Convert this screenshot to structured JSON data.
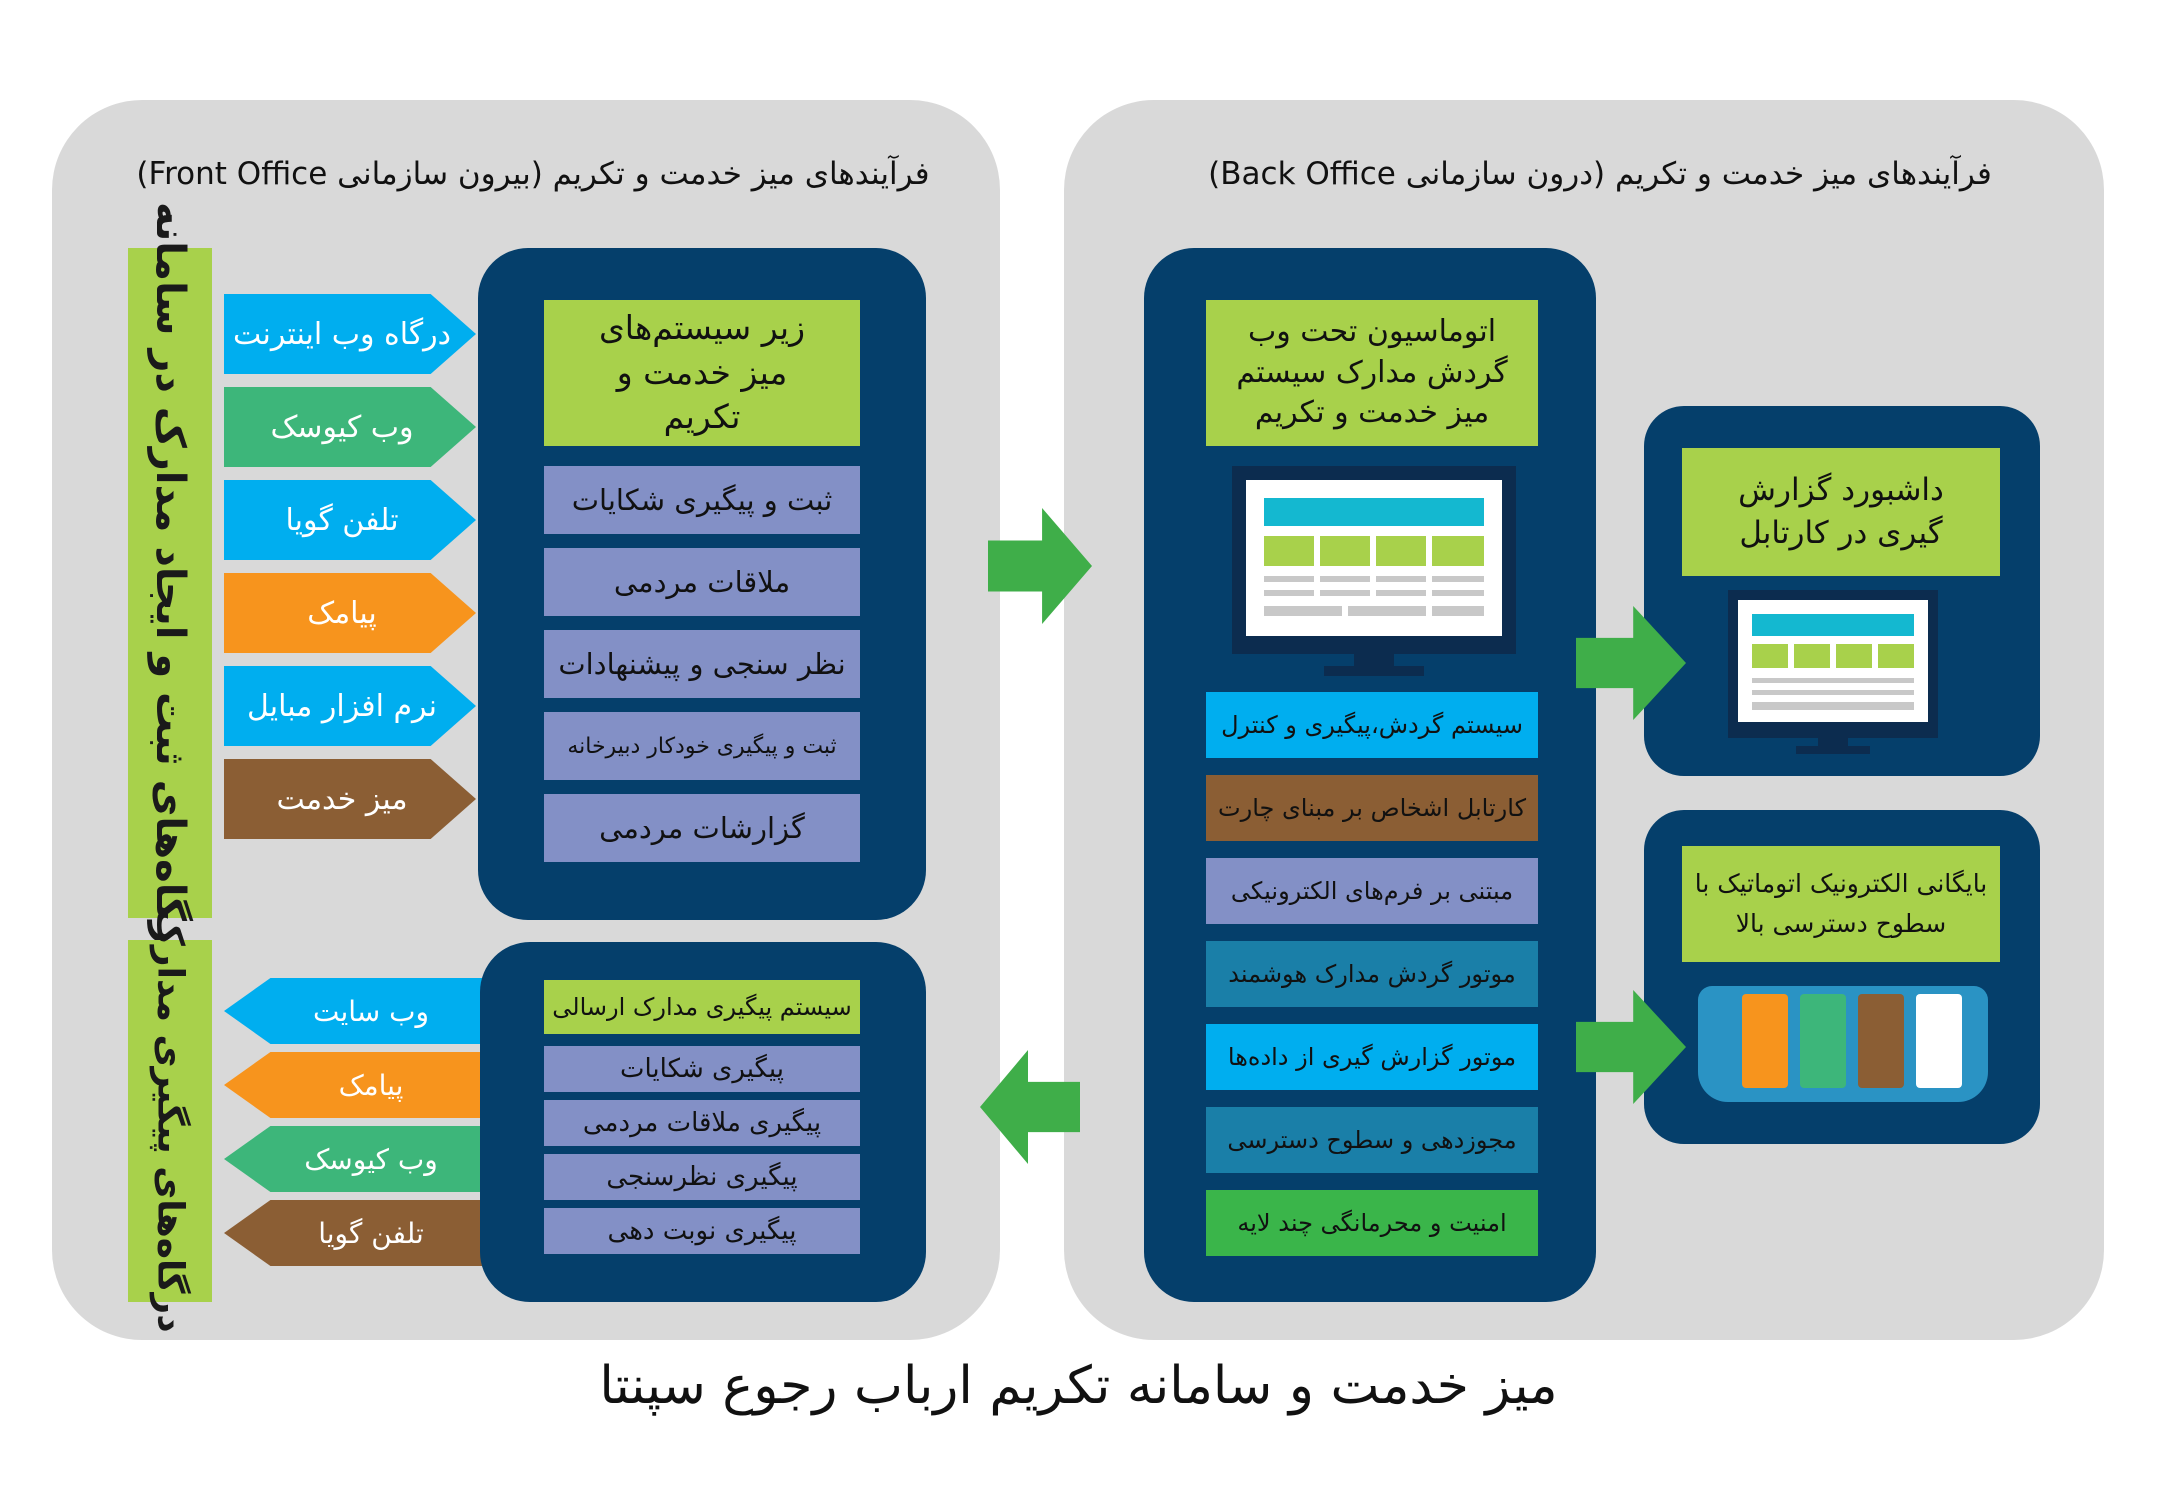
{
  "title": "میز خدمت و سامانه تکریم ارباب رجوع سپنتا",
  "front_office": {
    "title": "فرآیندهای میز خدمت و تکریم (بیرون سازمانی Front Office)",
    "register_bar": "درگاه‌های ثبت و ایجاد مدارک در سامانه",
    "register_channels": [
      {
        "label": "درگاه وب اینترنت",
        "color": "#00aeef"
      },
      {
        "label": "وب کیوسک",
        "color": "#3db67a"
      },
      {
        "label": "تلفن گویا",
        "color": "#00aeef"
      },
      {
        "label": "پیامک",
        "color": "#f7941d"
      },
      {
        "label": "نرم افزار مبایل",
        "color": "#00aeef"
      },
      {
        "label": "میز خدمت",
        "color": "#8b5e34"
      }
    ],
    "subsystems_header": "زیر سیستم‌های میز خدمت و تکریم",
    "subsystems": [
      "ثبت و پیگیری شکایات",
      "ملاقات مردمی",
      "نظر سنجی و پیشنهادات",
      "ثبت و پیگیری خودکار دبیرخانه",
      "گزارشات مردمی"
    ],
    "tracking_bar": "درگاه‌های پیگیری مدارک",
    "tracking_channels": [
      {
        "label": "وب سایت",
        "color": "#00aeef"
      },
      {
        "label": "پیامک",
        "color": "#f7941d"
      },
      {
        "label": "وب کیوسک",
        "color": "#3db67a"
      },
      {
        "label": "تلفن گویا",
        "color": "#8b5e34"
      }
    ],
    "tracking_header": "سیستم پیگیری مدارک ارسالی",
    "tracking_items": [
      "پیگیری شکایات",
      "پیگیری ملاقات مردمی",
      "پیگیری نظرسنجی",
      "پیگیری نوبت دهی"
    ]
  },
  "back_office": {
    "title": "فرآیندهای میز خدمت و تکریم (درون سازمانی Back Office)",
    "automation_header": "اتوماسیون تحت وب گردش مدارک سیستم میز خدمت و تکریم",
    "features": [
      {
        "label": "سیستم گردش،پیگیری و کنترل",
        "color": "#00aeef"
      },
      {
        "label": "کارتابل اشخاص بر مبنای چارت",
        "color": "#8b5e34"
      },
      {
        "label": "مبتنی بر فرم‌های الکترونیکی",
        "color": "#8390c6"
      },
      {
        "label": "موتور گردش مدارک هوشمند",
        "color": "#1a7fa8"
      },
      {
        "label": "موتور گزارش گیری از داده‌ها",
        "color": "#00aeef"
      },
      {
        "label": "مجوزدهی و سطوح دسترسی",
        "color": "#1a7fa8"
      },
      {
        "label": "امنیت و محرمانگی چند لایه",
        "color": "#3ab54a"
      }
    ],
    "dashboard": "داشبورد گزارش گیری در کارتابل",
    "archive": "بایگانی الکترونیک اتوماتیک با سطوح دسترسی بالا",
    "archive_colors": [
      "#f7941d",
      "#3db67a",
      "#8b5e34",
      "#ffffff"
    ]
  },
  "icons": [
    "monitor-icon",
    "binder-icon",
    "arrow-right-icon",
    "arrow-left-icon"
  ]
}
